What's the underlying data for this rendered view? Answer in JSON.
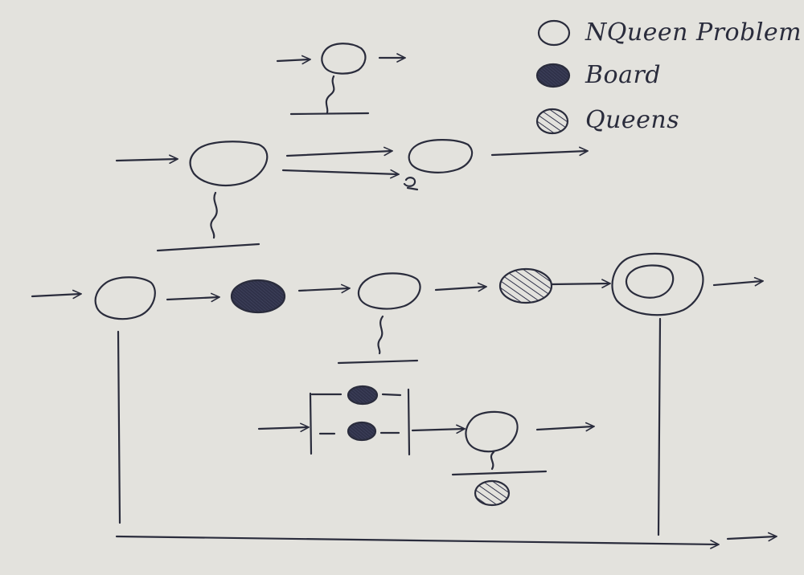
{
  "legend": {
    "items": [
      {
        "label": "NQueen Problem",
        "style": "open"
      },
      {
        "label": "Board",
        "style": "filled"
      },
      {
        "label": "Queens",
        "style": "hatched"
      }
    ]
  },
  "colors": {
    "paper": "#e3e2dd",
    "ink": "#2a2c3c",
    "ink_fill": "#30324a"
  }
}
